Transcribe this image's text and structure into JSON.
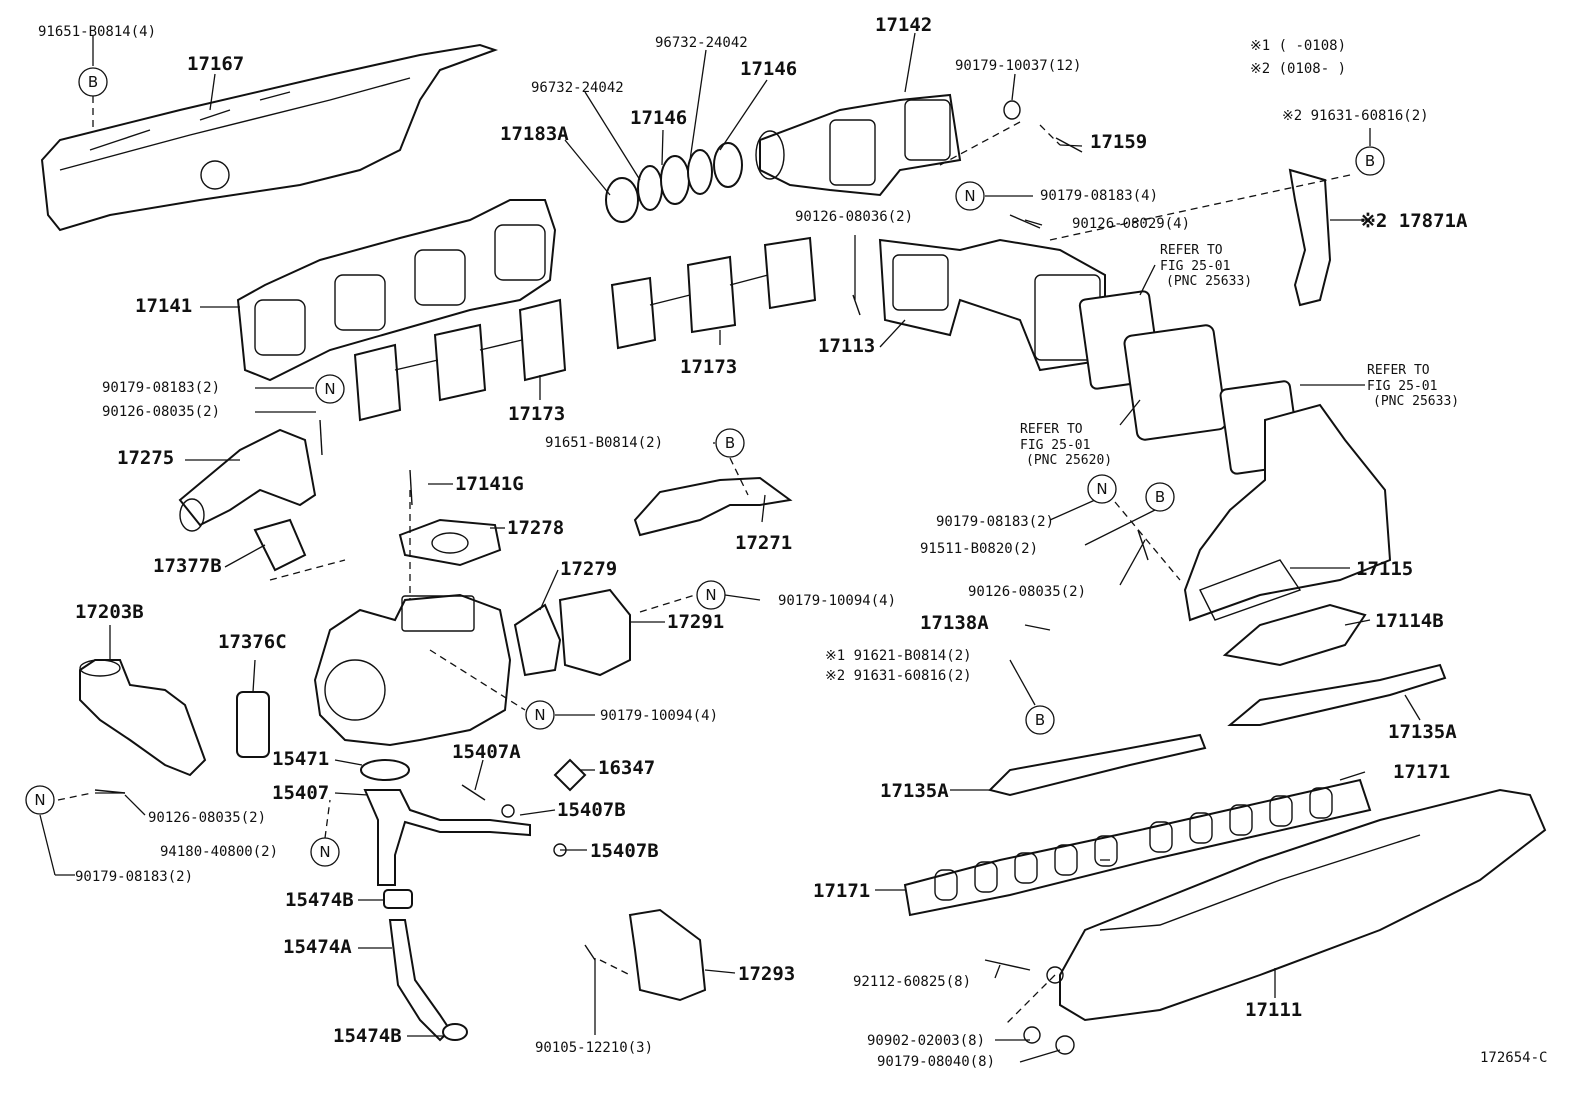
{
  "legend": {
    "note1": "※1 (       -0108)",
    "note2": "※2 (0108-        )"
  },
  "figure_id": "172654-C",
  "refer": {
    "r1": [
      "REFER TO",
      "FIG 25-01",
      "(PNC 25633)"
    ],
    "r2": [
      "REFER TO",
      "FIG 25-01",
      "(PNC 25633)"
    ],
    "r3": [
      "REFER TO",
      "FIG 25-01",
      "(PNC 25620)"
    ]
  },
  "labels": {
    "l01": "91651-B0814(4)",
    "l02": "17167",
    "l03": "96732-24042",
    "l04": "96732-24042",
    "l05": "17146",
    "l06": "17146",
    "l07": "17183A",
    "l08": "17142",
    "l09": "90179-10037(12)",
    "l10": "17159",
    "l11": "※2 91631-60816(2)",
    "l12": "※2 17871A",
    "l13": "90179-08183(4)",
    "l14": "90126-08029(4)",
    "l15": "90126-08036(2)",
    "l16": "17141",
    "l17": "17173",
    "l18": "17173",
    "l19": "17113",
    "l20": "90179-08183(2)",
    "l21": "90126-08035(2)",
    "l22": "17275",
    "l23": "91651-B0814(2)",
    "l24": "17141G",
    "l25": "17278",
    "l26": "17271",
    "l27": "17377B",
    "l28": "17279",
    "l29": "90179-10094(4)",
    "l30": "17291",
    "l31": "90179-08183(2)",
    "l32": "91511-B0820(2)",
    "l33": "90126-08035(2)",
    "l34": "17115",
    "l35": "17203B",
    "l36": "17376C",
    "l37": "17138A",
    "l38": "17114B",
    "l39": "※1 91621-B0814(2)",
    "l40": "※2 91631-60816(2)",
    "l41": "90179-10094(4)",
    "l42": "17135A",
    "l43": "15471",
    "l44": "15407A",
    "l45": "16347",
    "l46": "15407",
    "l47": "15407B",
    "l48": "15407B",
    "l49": "90126-08035(2)",
    "l50": "94180-40800(2)",
    "l51": "90179-08183(2)",
    "l52": "17135A",
    "l53": "17171",
    "l54": "17171",
    "l55": "15474B",
    "l56": "15474A",
    "l57": "17293",
    "l58": "92112-60825(8)",
    "l59": "17111",
    "l60": "15474B",
    "l61": "90105-12210(3)",
    "l62": "90902-02003(8)",
    "l63": "90179-08040(8)"
  },
  "markers": {
    "B": "B",
    "N": "N"
  }
}
